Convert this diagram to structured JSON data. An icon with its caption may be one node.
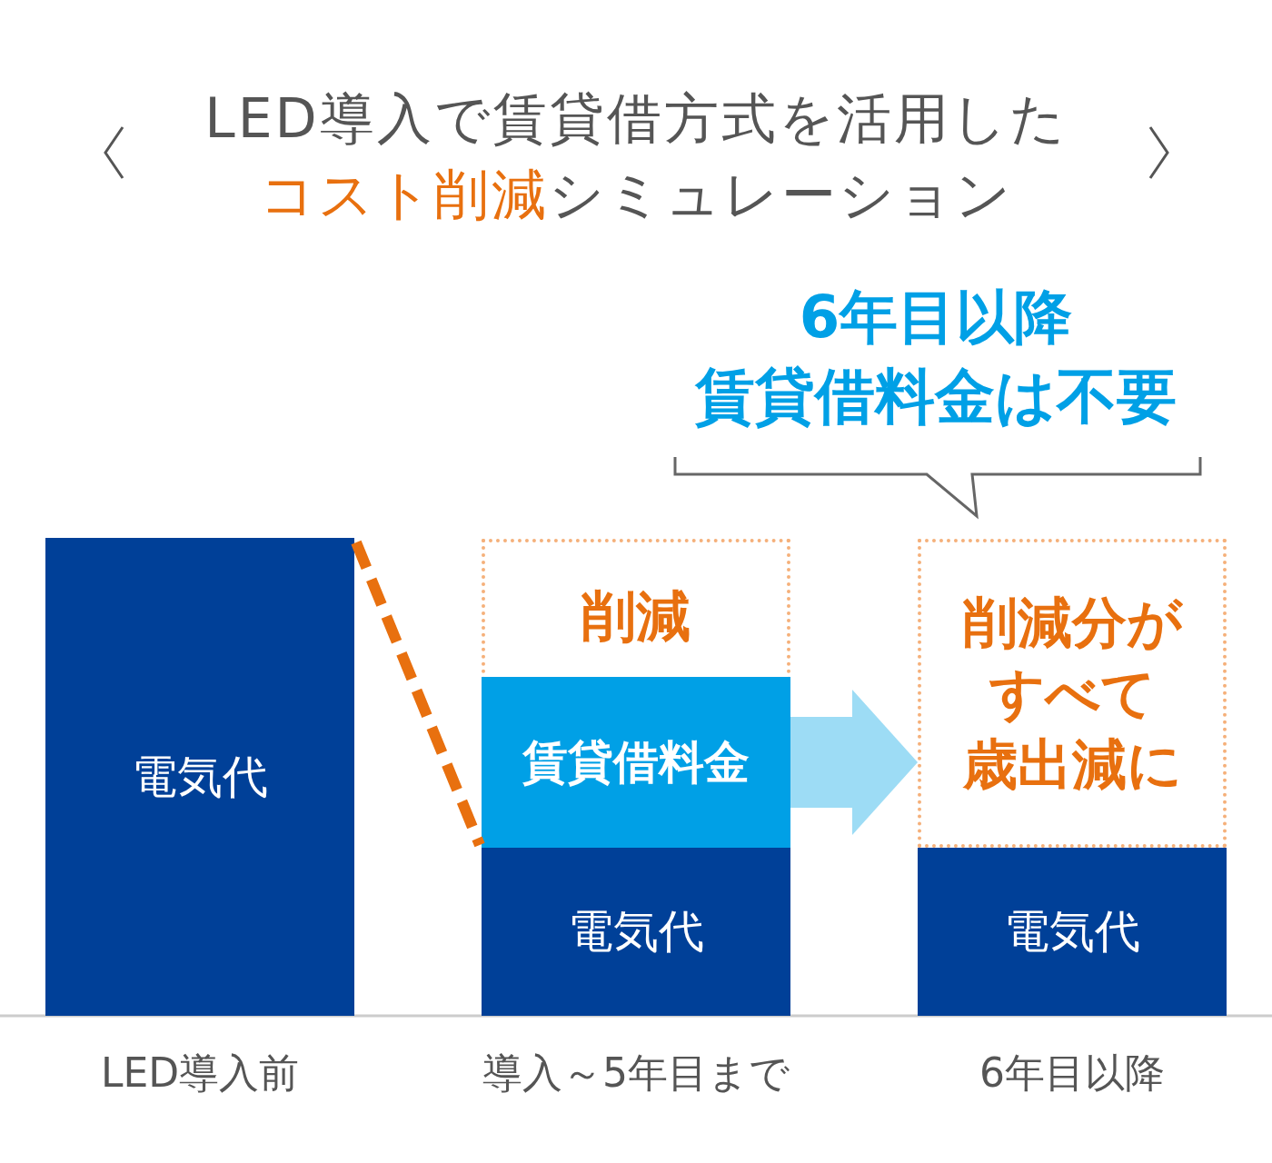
{
  "diagram": {
    "title": "LED導入で賃貸借方式を活用した**コスト削減**シミュレーション",
    "nodes": [
      {
        "text": [
          "電気代"
        ],
        "beside": [
          "LED導入前"
        ]
      },
      {
        "text": [
          "削減"
        ]
      },
      {
        "text": [
          "賃貸借料金"
        ],
        "in": 1
      },
      {
        "text": [
          "電気代"
        ],
        "beside": [
          "導入～5年目まで"
        ]
      },
      {
        "text": [
          "削減分がすべて歳出減に"
        ]
      },
      {
        "text": [
          "電気代"
        ],
        "beside": [
          "6年目以降"
        ]
      },
      {
        "text": [
          "6年目以降",
          "賃貸借料金は不要"
        ]
      }
    ],
    "edges": [
      {
        "from": 0,
        "to": 3,
        "arrow": "none",
        "style": "dashed",
        "color": "#e8700f"
      },
      {
        "from": 2,
        "to": 4,
        "arrow": "to",
        "style": "thick",
        "color": "#9ddcf5"
      }
    ]
  }
}
